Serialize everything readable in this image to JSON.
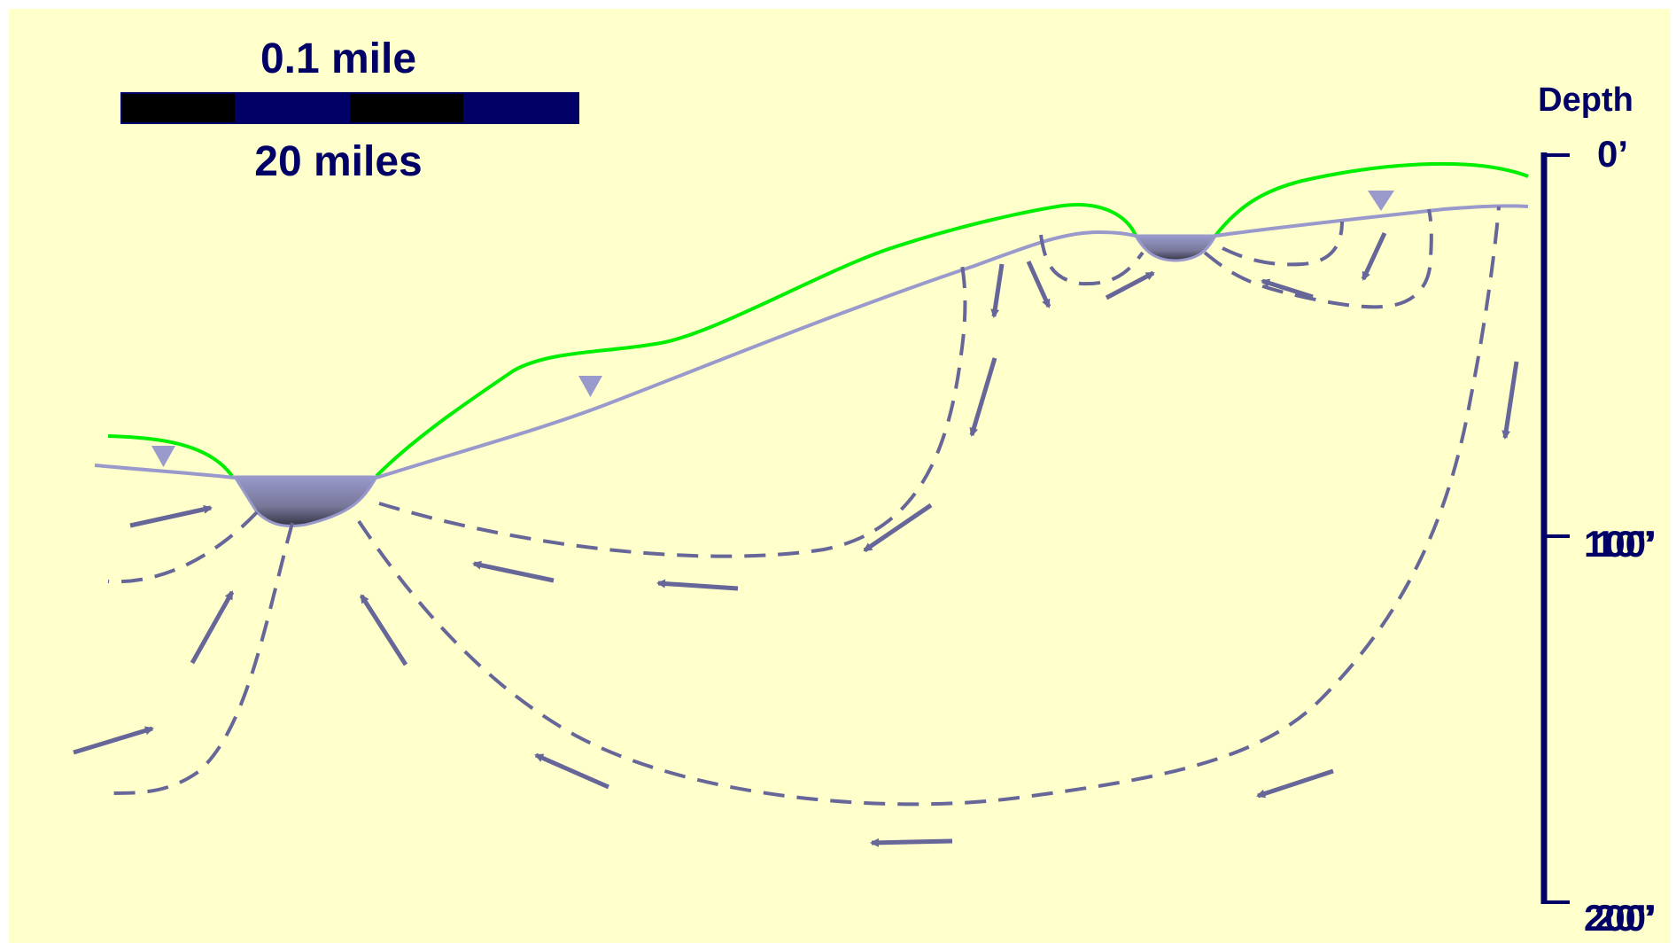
{
  "colors": {
    "background": "#ffffcc",
    "land_surface": "#00ee00",
    "water_table": "#9999cc",
    "flow": "#666699",
    "axis": "#000066",
    "scale_dark": "#000000",
    "scale_blue": "#000066"
  },
  "scale_bar": {
    "top_label": "0.1 mile",
    "bottom_label": "20 miles"
  },
  "depth_axis": {
    "title": "Depth",
    "tick_0": "0’",
    "tick_mid_a": "100’",
    "tick_mid_b": "10”",
    "tick_end_a": "200’",
    "tick_end_b": "20”"
  },
  "icons": {
    "water_table_marker": "down-triangle-icon"
  }
}
